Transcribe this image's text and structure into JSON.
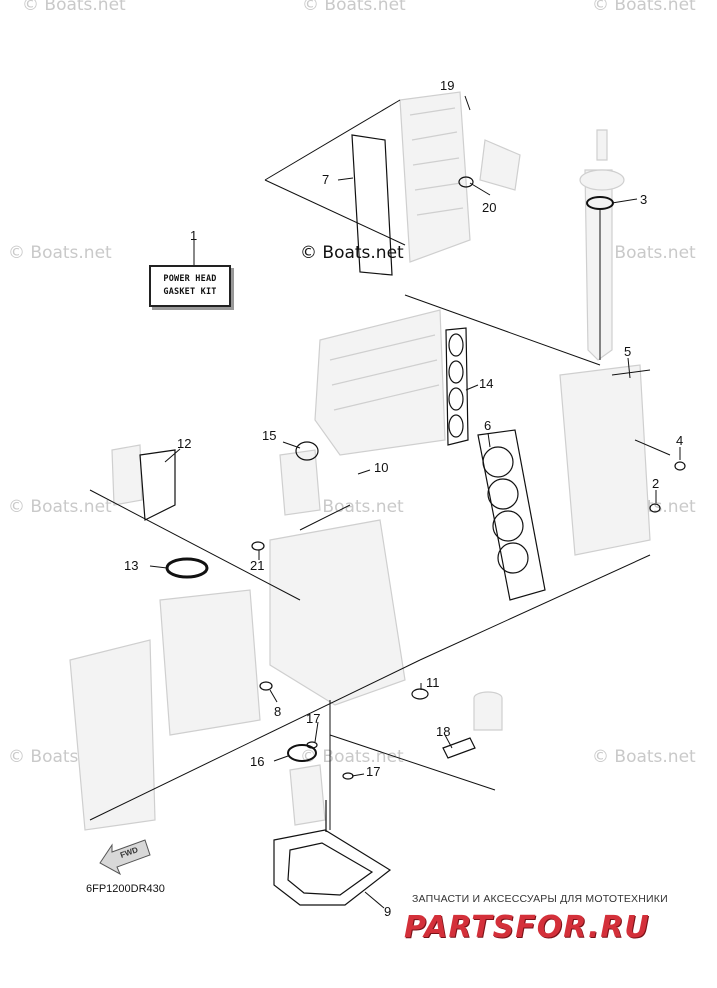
{
  "watermark": "© Boats.net",
  "copyright": "© Boats.net",
  "kit_label": {
    "line1": "POWER HEAD",
    "line2": "GASKET KIT"
  },
  "diagram_code": "6FP1200DR430",
  "fwd_label": "FWD",
  "shop": {
    "tagline": "ЗАПЧАСТИ И АКСЕССУАРЫ ДЛЯ МОТОТЕХНИКИ",
    "logo": "PARTSFOR.RU"
  },
  "callouts": [
    "1",
    "2",
    "3",
    "4",
    "5",
    "6",
    "7",
    "8",
    "9",
    "10",
    "11",
    "12",
    "13",
    "14",
    "15",
    "16",
    "17",
    "17",
    "18",
    "19",
    "20",
    "21"
  ],
  "colors": {
    "line": "#111111",
    "part": "#bdbdbd",
    "watermark": "#c9c9c9",
    "logo": "#d4303a"
  }
}
